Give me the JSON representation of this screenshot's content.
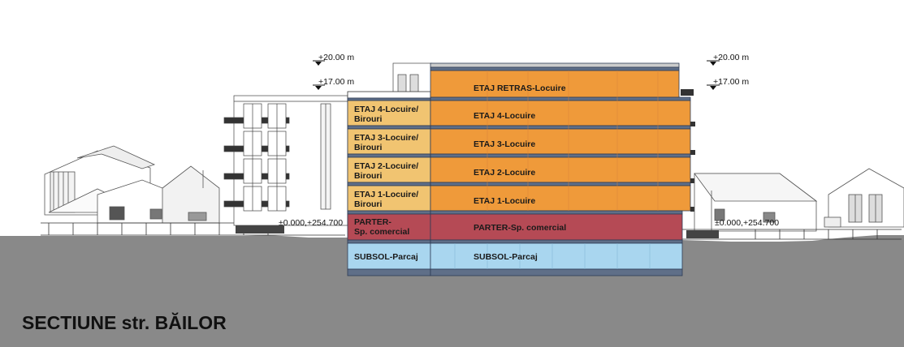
{
  "title": "SECTIUNE str. BĂILOR",
  "elevation_marks": {
    "left_top": "+20.00 m",
    "left_mid": "+17.00 m",
    "right_top": "+20.00 m",
    "right_mid": "+17.00 m",
    "ground_left": "±0.000,+254.700",
    "ground_right": "±0.000,+254.700"
  },
  "floors": {
    "retras": "ETAJ RETRAS-Locuire",
    "etaj4_left_1": "ETAJ 4-Locuire/",
    "etaj4_left_2": "Birouri",
    "etaj4_right": "ETAJ 4-Locuire",
    "etaj3_left_1": "ETAJ 3-Locuire/",
    "etaj3_left_2": "Birouri",
    "etaj3_right": "ETAJ 3-Locuire",
    "etaj2_left_1": "ETAJ 2-Locuire/",
    "etaj2_left_2": "Birouri",
    "etaj2_right": "ETAJ 2-Locuire",
    "etaj1_left_1": "ETAJ 1-Locuire/",
    "etaj1_left_2": "Birouri",
    "etaj1_right": "ETAJ 1-Locuire",
    "parter_left_1": "PARTER-",
    "parter_left_2": "Sp. comercial",
    "parter_right": "PARTER-Sp. comercial",
    "subsol_left": "SUBSOL-Parcaj",
    "subsol_right": "SUBSOL-Parcaj"
  },
  "colors": {
    "ground": "#888888",
    "residential_orange": "#ef9a3a",
    "office_yellow": "#f0c070",
    "commercial_red": "#b24a52",
    "parking_blue": "#a8d4ee",
    "slab": "#7a8aa0"
  }
}
